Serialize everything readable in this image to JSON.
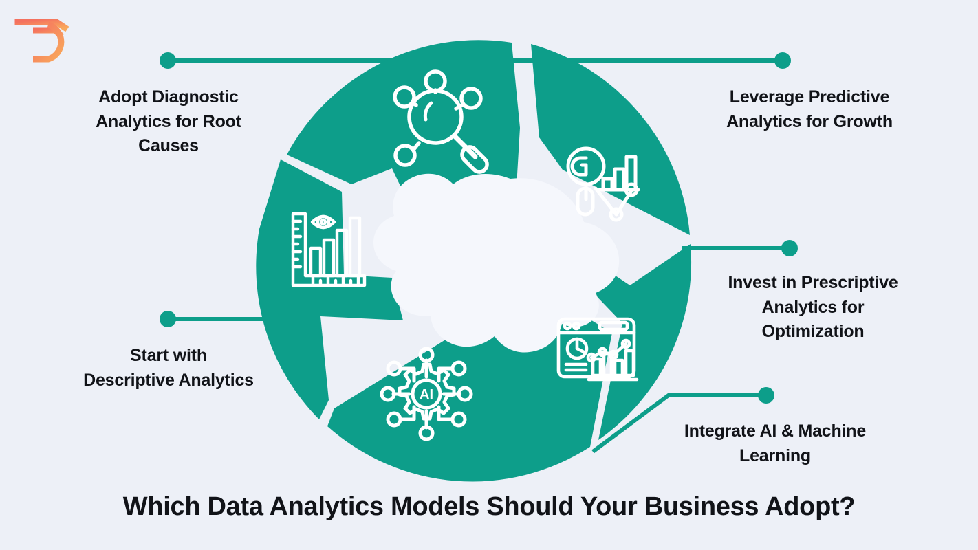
{
  "background_color": "#edf0f7",
  "brand": {
    "logo_name": "td-monogram-logo",
    "logo_color_start": "#f4715f",
    "logo_color_end": "#f8a05a"
  },
  "theme": {
    "accent_teal": "#0d9e8a",
    "connector_teal": "#0d9e8a",
    "text_color": "#111318",
    "center_blob_color": "#f5f7fc"
  },
  "title": "Which Data Analytics Models Should Your Business Adopt?",
  "center": {
    "shape_name": "cloud-blob",
    "label": ""
  },
  "segments": [
    {
      "id": "descriptive",
      "label": "Start with\nDescriptive Analytics",
      "icon": "bar-chart-eye-ruler-icon",
      "position": "left"
    },
    {
      "id": "diagnostic",
      "label": "Adopt Diagnostic\nAnalytics for Root\nCauses",
      "icon": "magnifier-network-icon",
      "position": "top-left"
    },
    {
      "id": "predictive",
      "label": "Leverage Predictive\nAnalytics for Growth",
      "icon": "magnifier-bar-chart-trend-icon",
      "position": "top-right"
    },
    {
      "id": "prescriptive",
      "label": "Invest in Prescriptive\nAnalytics for\nOptimization",
      "icon": "dashboard-window-charts-icon",
      "position": "right"
    },
    {
      "id": "ai_ml",
      "label": "Integrate AI & Machine\nLearning",
      "icon": "ai-gear-network-icon",
      "position": "bottom"
    }
  ],
  "icon_details": {
    "ai_gear_text": "AI"
  }
}
